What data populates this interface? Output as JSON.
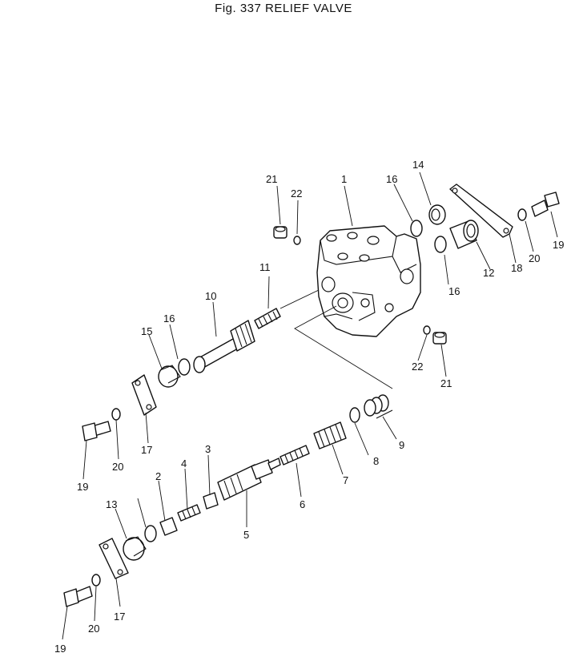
{
  "figure": {
    "title": "Fig. 337   RELIEF VALVE"
  },
  "callouts": [
    "1",
    "2",
    "3",
    "4",
    "5",
    "6",
    "7",
    "8",
    "9",
    "10",
    "11",
    "12",
    "13",
    "14",
    "15",
    "16",
    "16",
    "16",
    "17",
    "17",
    "18",
    "19",
    "19",
    "19",
    "20",
    "20",
    "20",
    "21",
    "21",
    "22",
    "22"
  ]
}
